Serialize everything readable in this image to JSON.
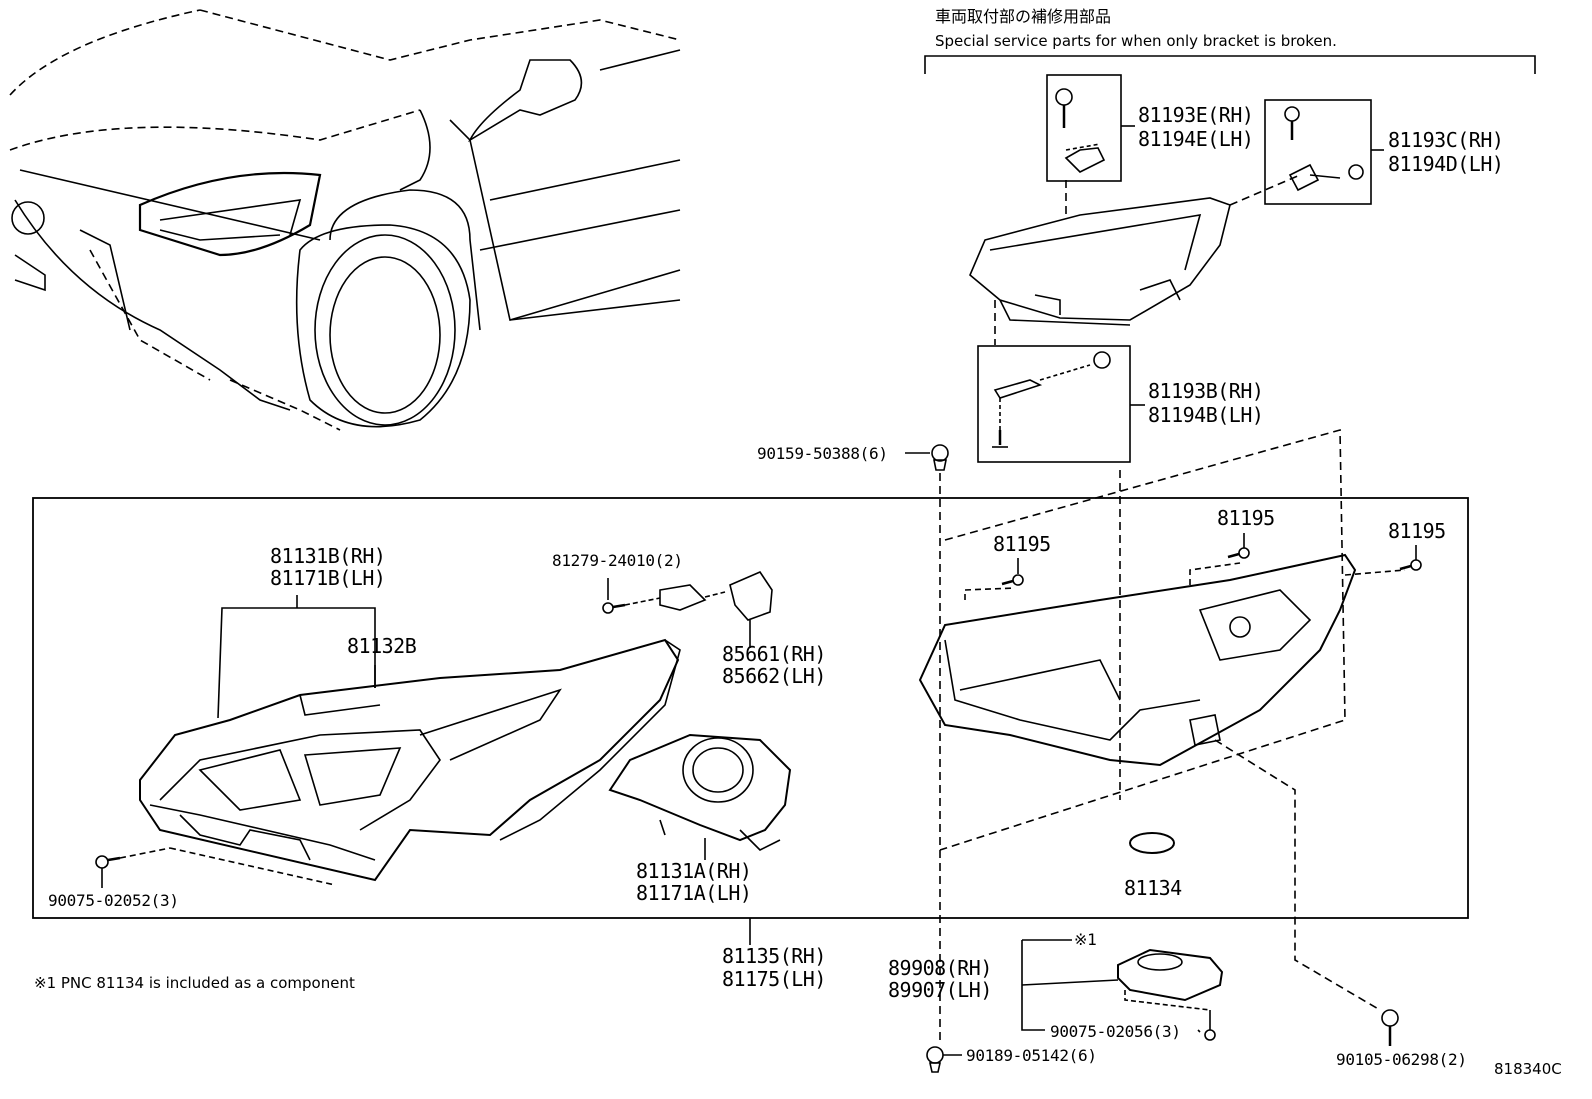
{
  "header": {
    "jp_title": "車両取付部の補修用部品",
    "en_title": "Special service parts for when only bracket is broken."
  },
  "parts": {
    "p81193E": "81193E(RH)",
    "p81194E": "81194E(LH)",
    "p81193C": "81193C(RH)",
    "p81194D": "81194D(LH)",
    "p81193B": "81193B(RH)",
    "p81194B": "81194B(LH)",
    "p90159": "90159-50388(6)",
    "p81195_a": "81195",
    "p81195_b": "81195",
    "p81195_c": "81195",
    "p81131B": "81131B(RH)",
    "p81171B": "81171B(LH)",
    "p81132B": "81132B",
    "p81279": "81279-24010(2)",
    "p85661": "85661(RH)",
    "p85662": "85662(LH)",
    "p81131A": "81131A(RH)",
    "p81171A": "81171A(LH)",
    "p90075_a": "90075-02052(3)",
    "p81134": "81134",
    "p81135": "81135(RH)",
    "p81175": "81175(LH)",
    "p89908": "89908(RH)",
    "p89907": "89907(LH)",
    "p90075_b": "90075-02056(3)",
    "p90189": "90189-05142(6)",
    "p90105": "90105-06298(2)"
  },
  "footnote": {
    "mark": "※1",
    "text": "※1  PNC 81134 is included as a component"
  },
  "diagram_id": "818340C"
}
